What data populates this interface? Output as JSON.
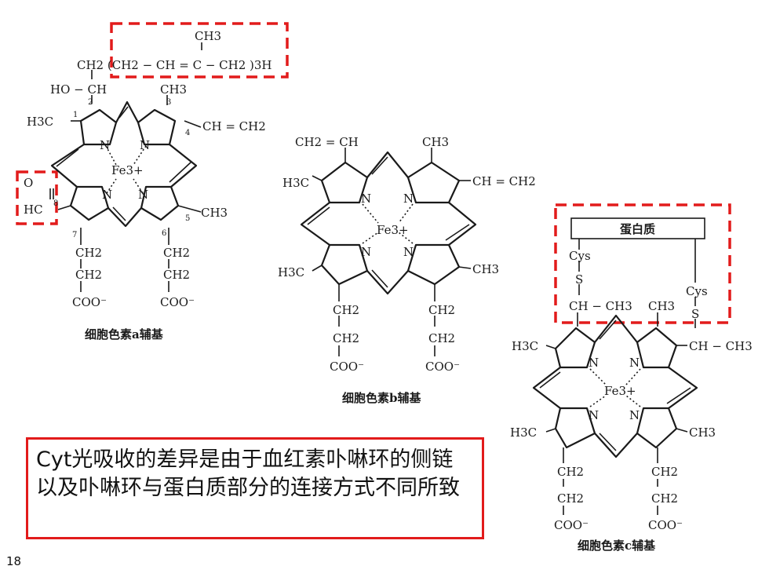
{
  "slide": {
    "page_number": "18",
    "note_text": "Cyt光吸收的差异是由于血红素卟啉环的侧链以及卟啉环与蛋白质部分的连接方式不同所致"
  },
  "heme_a": {
    "caption": "细胞色素a辅基",
    "labels": {
      "top_ch3": "CH3",
      "tail": "CH2 (CH2 − CH = C − CH2 )3H",
      "ch2": "CH2",
      "hoch": "HO − CH",
      "ch3_3": "CH3",
      "h3c_1": "H3C",
      "vinyl": "CH = CH2",
      "fe": "Fe3+",
      "n": "N",
      "o": "O",
      "hc": "HC",
      "ch3_5": "CH3",
      "ch2_left_1": "CH2",
      "ch2_left_2": "CH2",
      "coo_left": "COO⁻",
      "ch2_right_1": "CH2",
      "ch2_right_2": "CH2",
      "coo_right": "COO⁻",
      "num1": "1",
      "num2": "2",
      "num3": "3",
      "num4": "4",
      "num5": "5",
      "num6": "6",
      "num7": "7",
      "num8": "8"
    }
  },
  "heme_b": {
    "caption": "细胞色素b辅基",
    "labels": {
      "vinyl_top": "CH2 = CH",
      "ch3_top": "CH3",
      "h3c_left": "H3C",
      "vinyl_right": "CH = CH2",
      "fe": "Fe3+",
      "n": "N",
      "h3c_bottom": "H3C",
      "ch3_bottom": "CH3",
      "ch2_l1": "CH2",
      "ch2_l2": "CH2",
      "coo_l": "COO⁻",
      "ch2_r1": "CH2",
      "ch2_r2": "CH2",
      "coo_r": "COO⁻"
    }
  },
  "heme_c": {
    "caption": "细胞色素c辅基",
    "labels": {
      "protein": "蛋白质",
      "cys_left": "Cys",
      "s_left": "S",
      "cys_right": "Cys",
      "s_right": "S",
      "chch3_left": "CH − CH3",
      "ch3_top": "CH3",
      "h3c_left": "H3C",
      "chch3_right": "CH − CH3",
      "fe": "Fe3+",
      "n": "N",
      "h3c_bottom": "H3C",
      "ch3_bottom": "CH3",
      "ch2_l1": "CH2",
      "ch2_l2": "CH2",
      "coo_l": "COO⁻",
      "ch2_r1": "CH2",
      "ch2_r2": "CH2",
      "coo_r": "COO⁻"
    }
  },
  "colors": {
    "highlight": "#e21b1b",
    "ink": "#1a1a1a"
  }
}
